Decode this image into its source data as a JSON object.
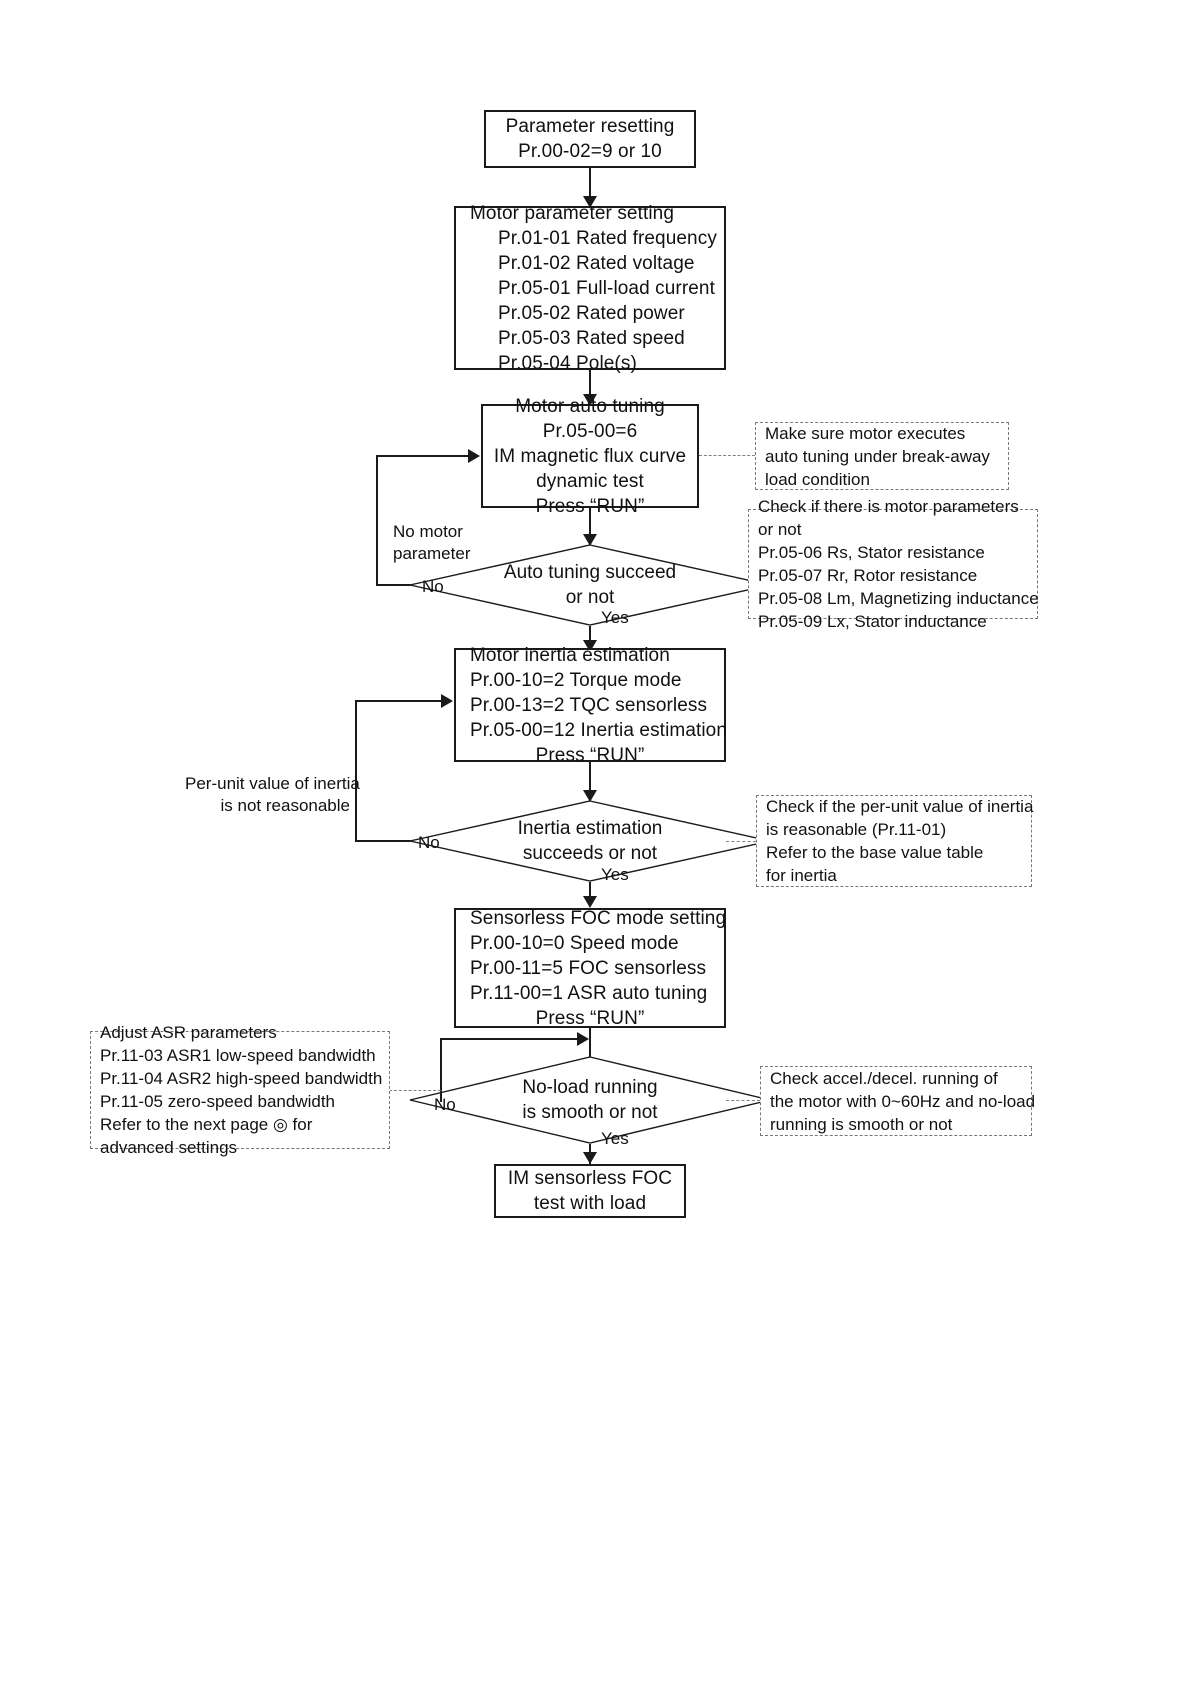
{
  "diagram": {
    "title": "IM sensorless FOC tuning flowchart",
    "type": "flowchart",
    "nodes": {
      "parameter_resetting": {
        "kind": "process",
        "lines": [
          "Parameter resetting",
          "Pr.00-02=9 or 10"
        ]
      },
      "motor_parameter_setting": {
        "kind": "process",
        "heading": "Motor parameter setting",
        "lines": [
          "Pr.01-01 Rated frequency",
          "Pr.01-02 Rated voltage",
          "Pr.05-01 Full-load current",
          "Pr.05-02 Rated power",
          "Pr.05-03 Rated speed",
          "Pr.05-04 Pole(s)"
        ]
      },
      "motor_auto_tuning": {
        "kind": "process",
        "lines": [
          "Motor auto tuning",
          "Pr.05-00=6",
          "IM magnetic flux curve",
          "dynamic test",
          "Press “RUN”"
        ]
      },
      "auto_tuning_decision": {
        "kind": "decision",
        "lines": [
          "Auto tuning succeed",
          "or not"
        ]
      },
      "motor_inertia_estimation": {
        "kind": "process",
        "lines": [
          "Motor inertia estimation",
          "Pr.00-10=2 Torque mode",
          "Pr.00-13=2 TQC sensorless",
          "Pr.05-00=12 Inertia estimation",
          "Press “RUN”"
        ]
      },
      "inertia_decision": {
        "kind": "decision",
        "lines": [
          "Inertia estimation",
          "succeeds or not"
        ]
      },
      "sensorless_foc_setting": {
        "kind": "process",
        "lines": [
          "Sensorless FOC mode setting",
          "Pr.00-10=0 Speed mode",
          "Pr.00-11=5 FOC sensorless",
          "Pr.11-00=1 ASR auto tuning",
          "Press “RUN”"
        ]
      },
      "noload_decision": {
        "kind": "decision",
        "lines": [
          "No-load running",
          "is smooth or not"
        ]
      },
      "im_sensorless_foc_test": {
        "kind": "process",
        "lines": [
          "IM sensorless FOC",
          "test with load"
        ]
      }
    },
    "notes": {
      "break_away_note": {
        "lines": [
          "Make sure motor executes",
          "auto tuning under break-away",
          "load condition"
        ]
      },
      "motor_parameters_note": {
        "lines": [
          "Check if there is motor parameters",
          "or not",
          "Pr.05-06 Rs, Stator resistance",
          "Pr.05-07 Rr, Rotor resistance",
          "Pr.05-08 Lm, Magnetizing inductance",
          "Pr.05-09 Lx, Stator inductance"
        ]
      },
      "inertia_note": {
        "lines": [
          "Check if the per-unit value of inertia",
          "is reasonable (Pr.11-01)",
          "Refer to the base value table",
          "for inertia"
        ]
      },
      "asr_note": {
        "lines": [
          "Adjust ASR parameters",
          "Pr.11-03 ASR1 low-speed bandwidth",
          "Pr.11-04 ASR2 high-speed bandwidth",
          "Pr.11-05 zero-speed bandwidth"
        ],
        "refer_prefix": "Refer to the next page ",
        "refer_symbol": "◎",
        "refer_suffix": " for",
        "refer_last": "advanced settings"
      },
      "accel_decel_note": {
        "lines": [
          "Check accel./decel. running of",
          "the motor with 0~60Hz and no-load",
          "running is smooth or not"
        ]
      }
    },
    "edge_labels": {
      "no_motor_parameter_1": "No motor",
      "no_motor_parameter_2": "parameter",
      "no_1": "No",
      "yes_1": "Yes",
      "per_unit_1": "Per-unit value of inertia",
      "per_unit_2": "is not reasonable",
      "no_2": "No",
      "yes_2": "Yes",
      "no_3": "No",
      "yes_3": "Yes"
    },
    "colors": {
      "stroke": "#1a1a1a",
      "dashed_stroke": "#808080",
      "background": "#ffffff",
      "text": "#111111"
    }
  }
}
